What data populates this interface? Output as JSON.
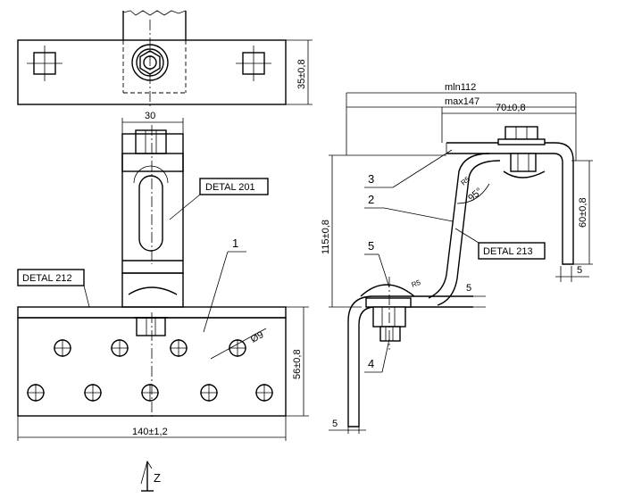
{
  "labels": {
    "detal_201": "DETAL  201",
    "detal_212": "DETAL  212",
    "detal_213": "DETAL  213",
    "pos_1": "1",
    "pos_2": "2",
    "pos_3": "3",
    "pos_4": "4",
    "pos_5": "5",
    "view_z": "Z"
  },
  "dimensions": {
    "width_30": "30",
    "height_35": "35±0,8",
    "height_56": "56±0,8",
    "width_140": "140±1,2",
    "hole_d9": "Ø9",
    "min_112": "mln112",
    "max_147": "max147",
    "dim_70": "70±0,8",
    "dim_60": "60±0,8",
    "dim_115": "115±0,8",
    "dim_5_right": "5",
    "dim_5_mid": "5",
    "dim_5_bottom": "5",
    "angle_95": "95°",
    "radius_r5_top": "R5",
    "radius_r5_bottom": "R5"
  }
}
